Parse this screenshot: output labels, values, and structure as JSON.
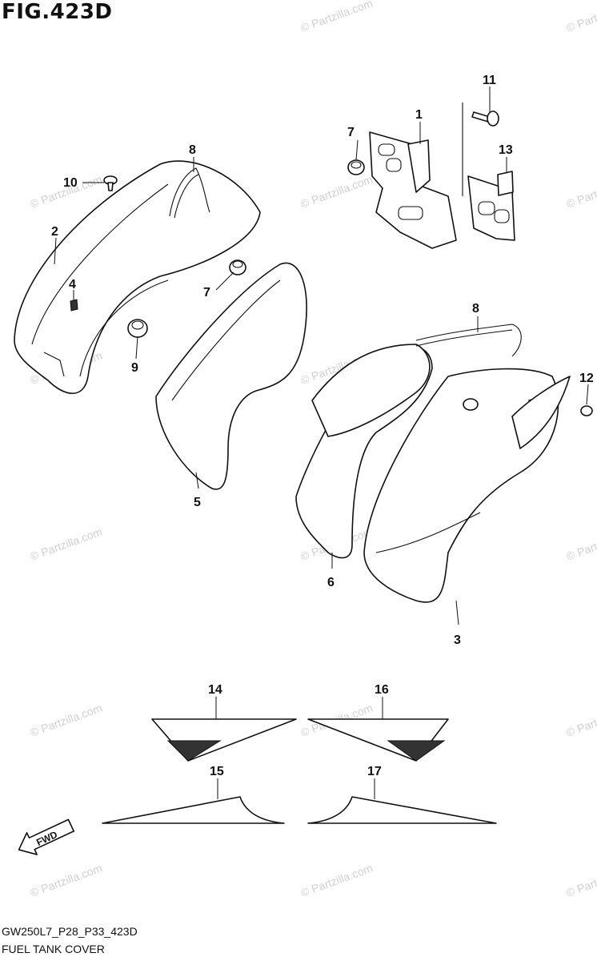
{
  "figure": {
    "title": "FIG.423D",
    "code": "GW250L7_P28_P33_423D",
    "name": "FUEL TANK COVER"
  },
  "watermark": {
    "text": "© Partzilla.com"
  },
  "callouts": [
    {
      "id": "c1",
      "label": "1"
    },
    {
      "id": "c2",
      "label": "2"
    },
    {
      "id": "c3",
      "label": "3"
    },
    {
      "id": "c4",
      "label": "4"
    },
    {
      "id": "c5",
      "label": "5"
    },
    {
      "id": "c6",
      "label": "6"
    },
    {
      "id": "c7a",
      "label": "7"
    },
    {
      "id": "c7b",
      "label": "7"
    },
    {
      "id": "c8a",
      "label": "8"
    },
    {
      "id": "c8b",
      "label": "8"
    },
    {
      "id": "c9",
      "label": "9"
    },
    {
      "id": "c10",
      "label": "10"
    },
    {
      "id": "c11",
      "label": "11"
    },
    {
      "id": "c12",
      "label": "12"
    },
    {
      "id": "c13",
      "label": "13"
    },
    {
      "id": "c14",
      "label": "14"
    },
    {
      "id": "c15",
      "label": "15"
    },
    {
      "id": "c16",
      "label": "16"
    },
    {
      "id": "c17",
      "label": "17"
    }
  ],
  "direction_marker": {
    "label": "FWD"
  }
}
